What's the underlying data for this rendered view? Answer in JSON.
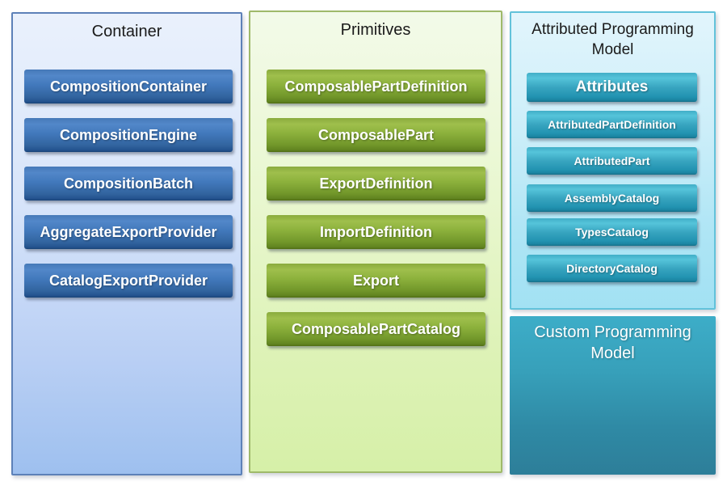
{
  "diagram": {
    "columns": [
      {
        "title": "Container",
        "items": [
          "CompositionContainer",
          "CompositionEngine",
          "CompositionBatch",
          "AggregateExportProvider",
          "CatalogExportProvider"
        ]
      },
      {
        "title": "Primitives",
        "items": [
          "ComposablePartDefinition",
          "ComposablePart",
          "ExportDefinition",
          "ImportDefinition",
          "Export",
          "ComposablePartCatalog"
        ]
      },
      {
        "title": "Attributed Programming Model",
        "items": [
          "Attributes",
          "AttributedPartDefinition",
          "AttributedPart",
          "AssemblyCatalog",
          "TypesCatalog",
          "DirectoryCatalog"
        ]
      }
    ],
    "custom_model": {
      "title": "Custom Programming Model"
    },
    "colors": {
      "container_panel_fill_top": "#eaf1fc",
      "container_panel_fill_bottom": "#9ec0ef",
      "container_panel_border": "#5d81b8",
      "container_node_top": "#5287c9",
      "container_node_bottom": "#1a4478",
      "primitives_panel_fill_top": "#f3fae9",
      "primitives_panel_fill_bottom": "#d6f0a8",
      "primitives_panel_border": "#9fb96a",
      "primitives_node_top": "#9fbf4c",
      "primitives_node_bottom": "#4f6d14",
      "attributed_panel_fill_top": "#e2f5fc",
      "attributed_panel_fill_bottom": "#a2e1f3",
      "attributed_panel_border": "#62c2da",
      "attributed_node_top": "#55c4da",
      "attributed_node_bottom": "#156f88",
      "custom_panel_top": "#3dadc8",
      "custom_panel_bottom": "#2d7e99",
      "node_text": "#ffffff",
      "title_text": "#1a1a1a"
    }
  }
}
